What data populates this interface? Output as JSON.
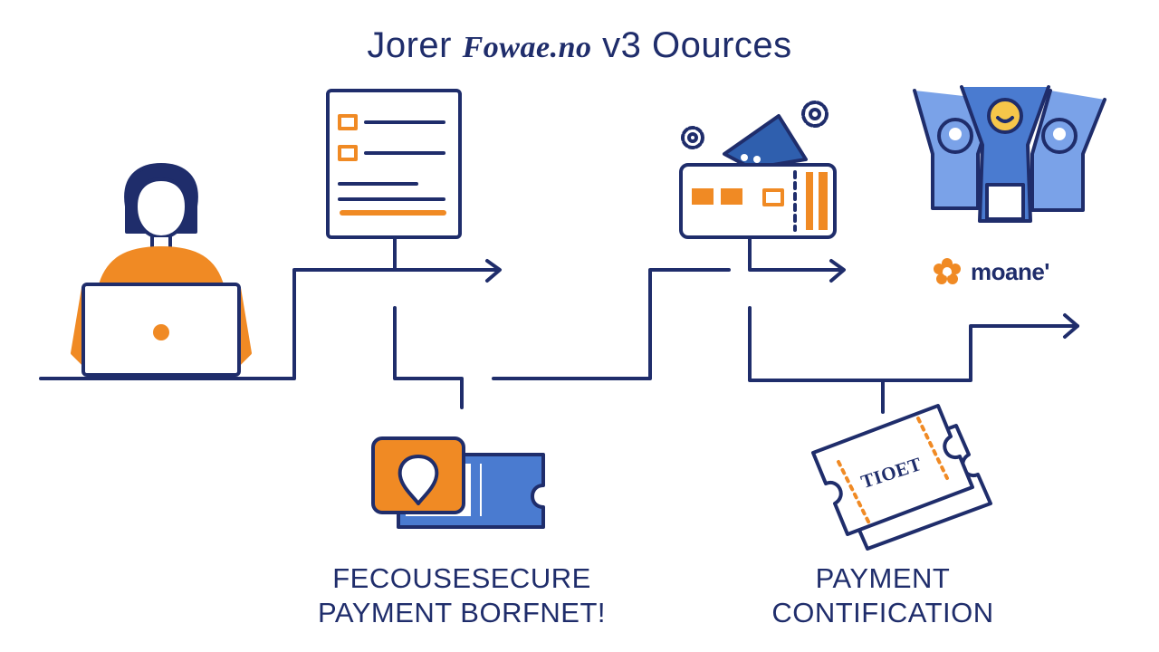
{
  "header": {
    "title_start": "Jorer",
    "title_mid": "Fowae.no",
    "title_end": "v3 Oources"
  },
  "labels": {
    "secure_payment_line1": "FECOUSESECURE",
    "secure_payment_line2": "PAYMENT BORFNET!",
    "payment_confirmation_line1": "PAYMENT",
    "payment_confirmation_line2": "CONTIFICATION"
  },
  "brand": {
    "name": "moane'",
    "icon": "flower-icon"
  },
  "ticket": {
    "word": "TIOET"
  },
  "colors": {
    "navy": "#1f2d6b",
    "orange": "#f08a24",
    "blue": "#4a7bd0",
    "light_blue": "#7aa2e8"
  }
}
